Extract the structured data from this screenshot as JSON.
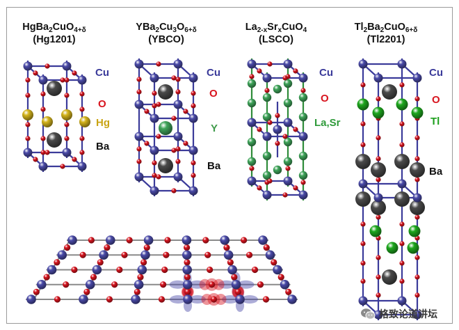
{
  "titles": {
    "hg1201": {
      "main": "HgBa",
      "s1": "2",
      "m2": "CuO",
      "s2": "4+δ",
      "abbr": "(Hg1201)"
    },
    "ybco": {
      "main": "YBa",
      "s1": "2",
      "m2": "Cu",
      "s2": "3",
      "m3": "O",
      "s3": "6+δ",
      "abbr": "(YBCO)"
    },
    "lsco": {
      "main": "La",
      "s1": "2-x",
      "m2": "Sr",
      "s2": "x",
      "m3": "CuO",
      "s3": "4",
      "abbr": "(LSCO)"
    },
    "tl2201": {
      "main": "Tl",
      "s1": "2",
      "m2": "Ba",
      "s2": "2",
      "m3": "CuO",
      "s3": "6+δ",
      "abbr": "(Tl2201)"
    }
  },
  "labels": {
    "hg1201": {
      "cu": "Cu",
      "o": "O",
      "hg": "Hg",
      "ba": "Ba"
    },
    "ybco": {
      "cu": "Cu",
      "o": "O",
      "y": "Y",
      "ba": "Ba"
    },
    "lsco": {
      "cu": "Cu",
      "o": "O",
      "lasr": "La,Sr"
    },
    "tl2201": {
      "cu": "Cu",
      "o": "O",
      "tl": "Tl",
      "ba": "Ba"
    }
  },
  "colors": {
    "cu": "#4a4aa8",
    "o": "#d8141e",
    "hg": "#d4b41c",
    "ba": "#4a4a4a",
    "y": "#3fa55a",
    "lasr": "#3fa55a",
    "tl": "#1ea81e",
    "bond": "#3b3b9a",
    "bond_lsco": "#2f8c3a",
    "label_cu": "#3a3a9a",
    "label_o": "#d8141e",
    "label_hg": "#c9a414",
    "label_y": "#3f9a4a",
    "label_lasr": "#2f9a3a",
    "label_tl": "#1ea01e",
    "label_ba": "#111111"
  },
  "watermark": {
    "text": "格致论道讲坛",
    "icon": "wechat-icon"
  }
}
